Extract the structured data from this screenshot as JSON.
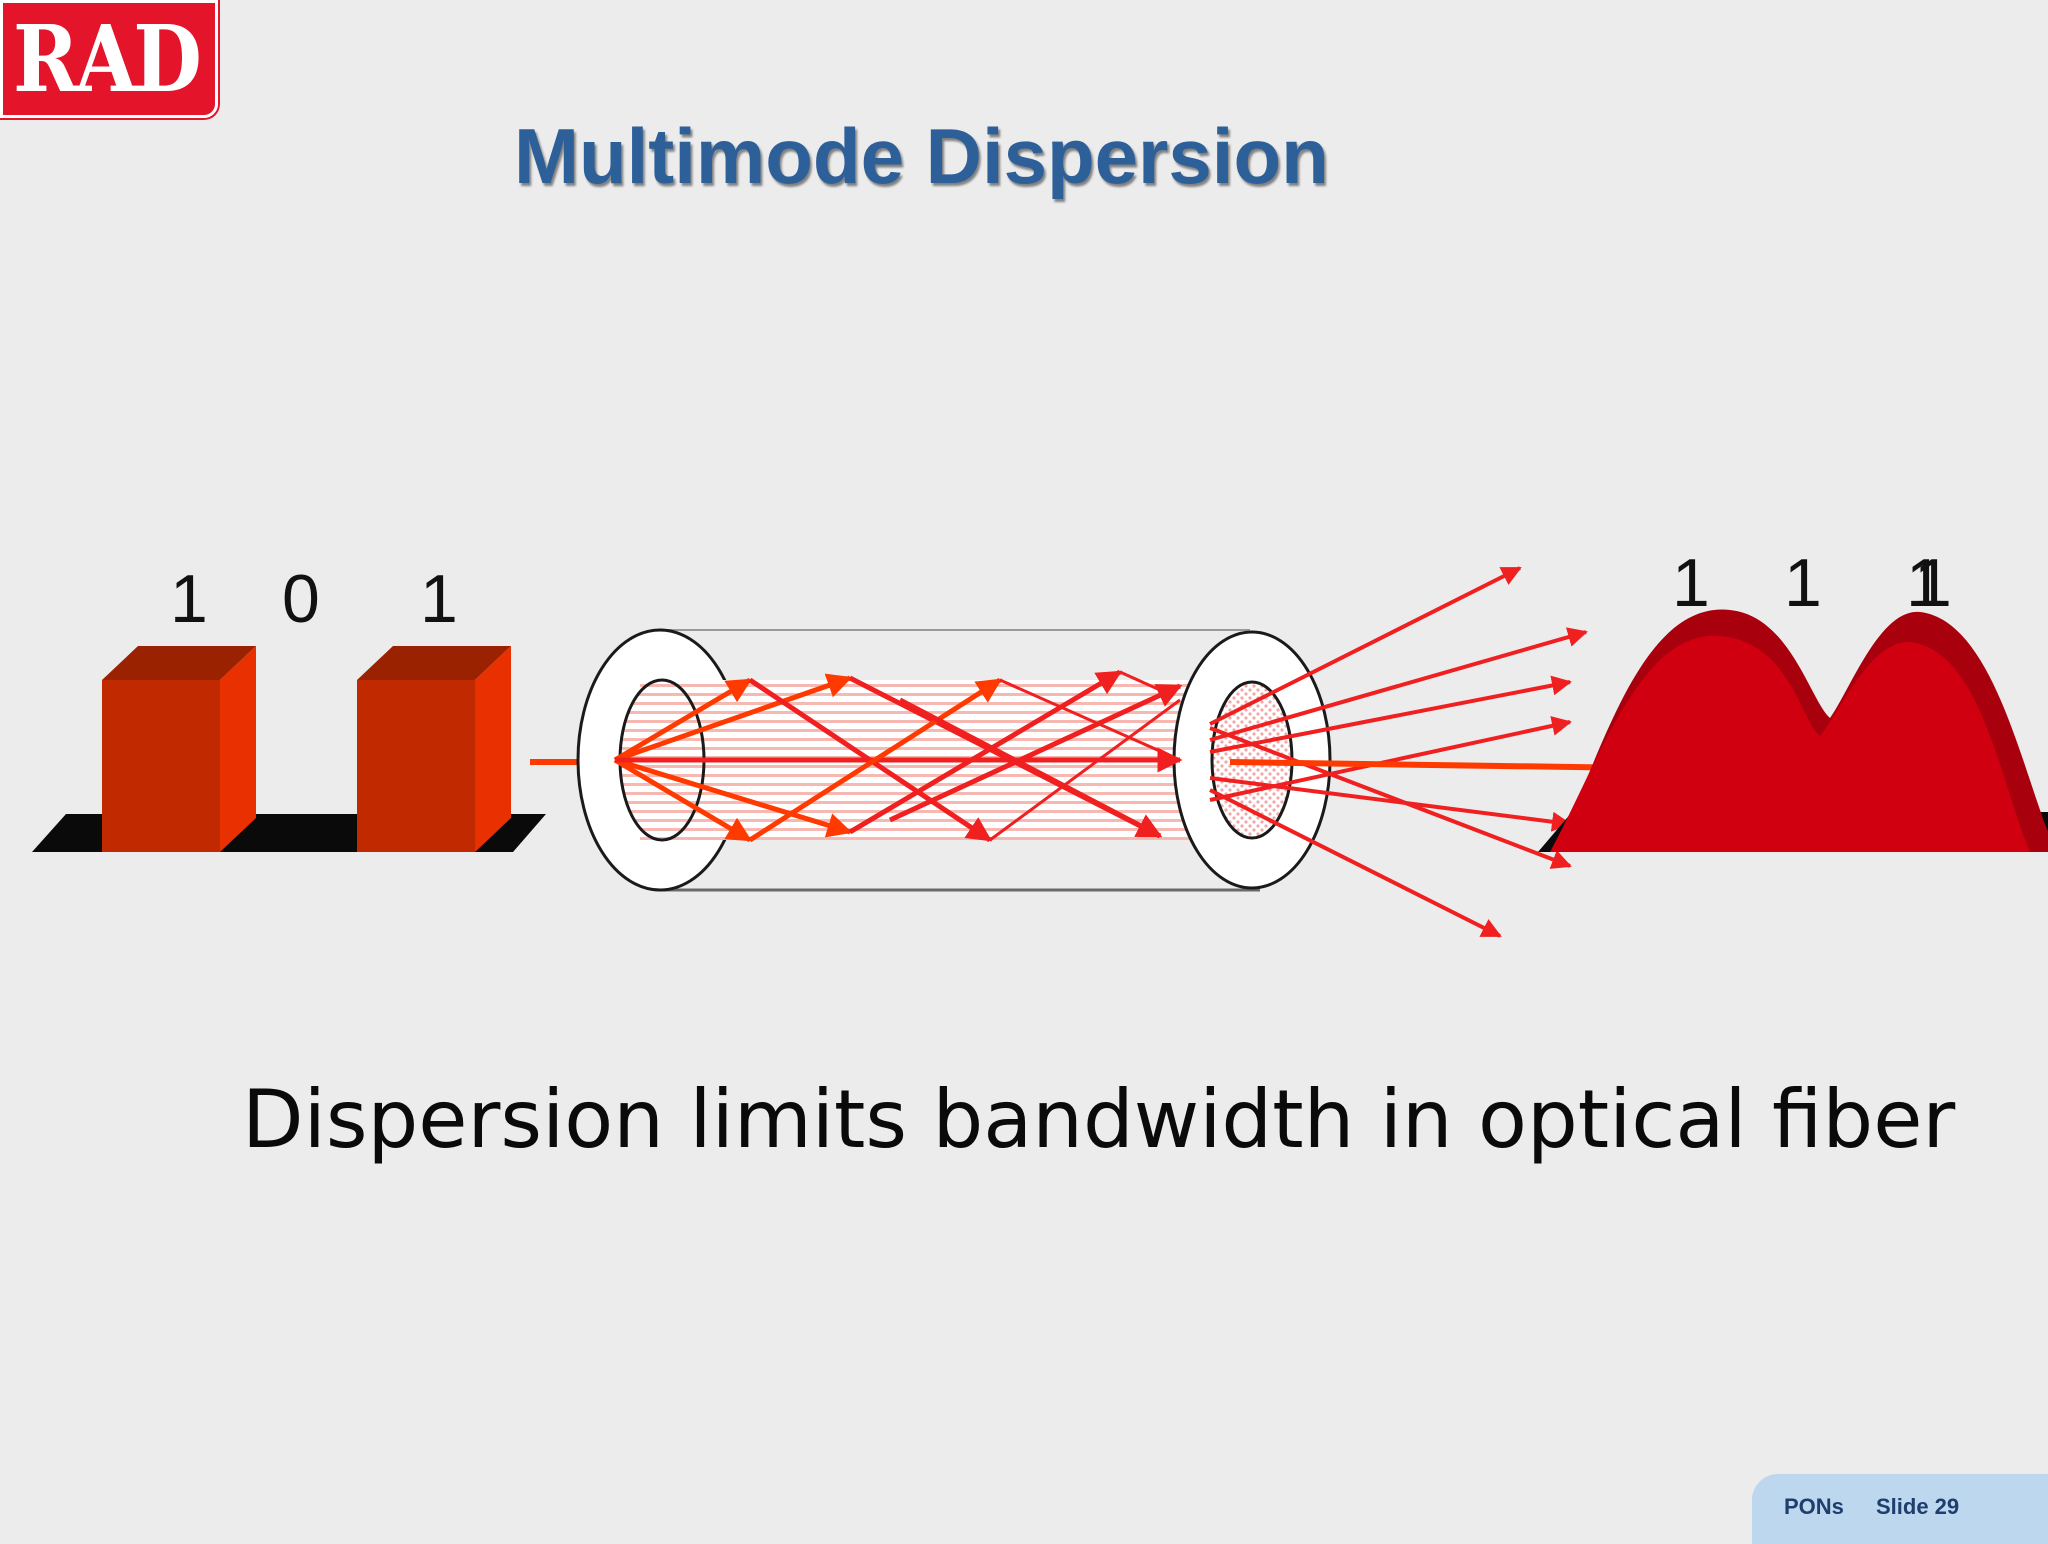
{
  "logo": {
    "text": "RAD"
  },
  "slide": {
    "title": "Multimode Dispersion"
  },
  "diagram": {
    "input_bits": [
      "1",
      "0",
      "1"
    ],
    "output_bits": [
      "1",
      "1",
      "1"
    ]
  },
  "caption": "Dispersion limits bandwidth in optical fiber",
  "footer": {
    "presentation": "PONs",
    "slide_number": "Slide 29"
  },
  "colors": {
    "title": "#2D5F98",
    "pulse_front": "#C12A00",
    "pulse_side": "#E83000",
    "pulse_top": "#9A2200",
    "ray": "#F02020",
    "ray_orange": "#FF3A00",
    "output_pulse": "#D00010",
    "footer_bg": "#BDD7EE",
    "logo_bg": "#E4142B"
  }
}
